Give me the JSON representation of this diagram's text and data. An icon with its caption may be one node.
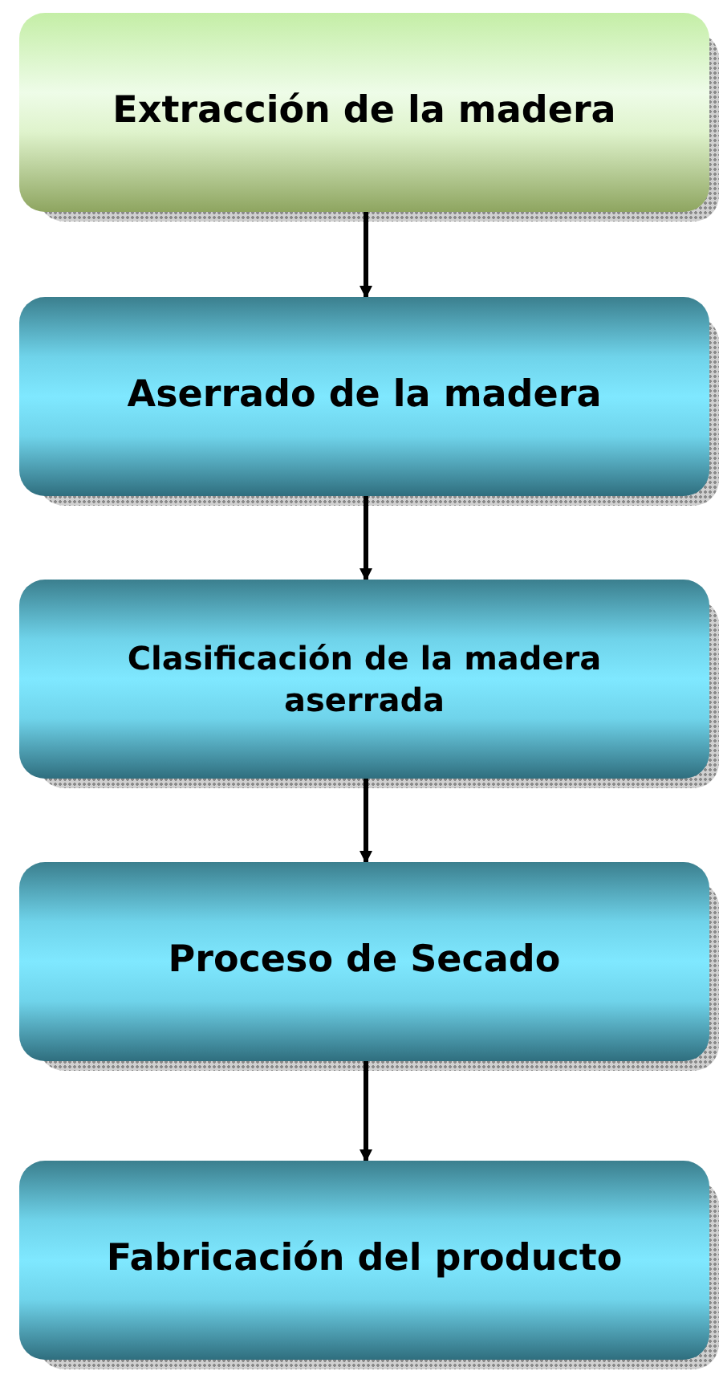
{
  "diagram": {
    "nodes": [
      {
        "text": [
          "Extracción de la madera"
        ]
      },
      {
        "text": [
          "Aserrado de la madera"
        ]
      },
      {
        "text": [
          "Clasificación de la madera aserrada"
        ]
      },
      {
        "text": [
          "Proceso de Secado"
        ]
      },
      {
        "text": [
          "Fabricación del producto"
        ]
      }
    ],
    "edges": [
      {
        "from": 0,
        "to": 1,
        "arrow": "to"
      },
      {
        "from": 1,
        "to": 2,
        "arrow": "to"
      },
      {
        "from": 2,
        "to": 3,
        "arrow": "to"
      },
      {
        "from": 3,
        "to": 4,
        "arrow": "to"
      }
    ]
  }
}
